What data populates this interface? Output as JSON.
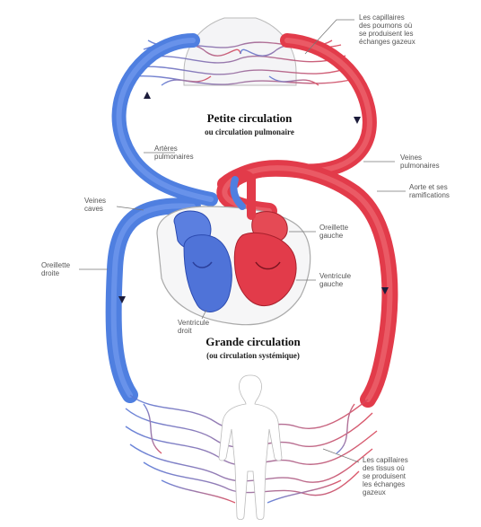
{
  "diagram": {
    "pulmonary": {
      "title": "Petite circulation",
      "subtitle": "ou circulation pulmonaire"
    },
    "systemic": {
      "title": "Grande circulation",
      "subtitle": "(ou circulation systémique)"
    },
    "labels": {
      "lung_capillaries": [
        "Les capillaires",
        "des poumons où",
        "se produisent les",
        "échanges gazeux"
      ],
      "pulmonary_arteries": [
        "Artères",
        "pulmonaires"
      ],
      "pulmonary_veins": [
        "Veines",
        "pulmonaires"
      ],
      "aorta": [
        "Aorte et ses",
        "ramifications"
      ],
      "vena_cava": [
        "Veines",
        "caves"
      ],
      "right_atrium": [
        "Oreillette",
        "droite"
      ],
      "left_atrium": [
        "Oreillette",
        "gauche"
      ],
      "left_ventricle": [
        "Ventricule",
        "gauche"
      ],
      "right_ventricle": [
        "Ventricule",
        "droit"
      ],
      "body_capillaries": [
        "Les capillaires",
        "des tissus où",
        "se produisent",
        "les échanges",
        "gazeux"
      ]
    },
    "colors": {
      "oxygenated": "#e23b4a",
      "deoxygenated": "#4f7fe0",
      "capillary_red": "#c9475c",
      "capillary_blue": "#6a7fd0",
      "label_text": "#555555"
    }
  }
}
